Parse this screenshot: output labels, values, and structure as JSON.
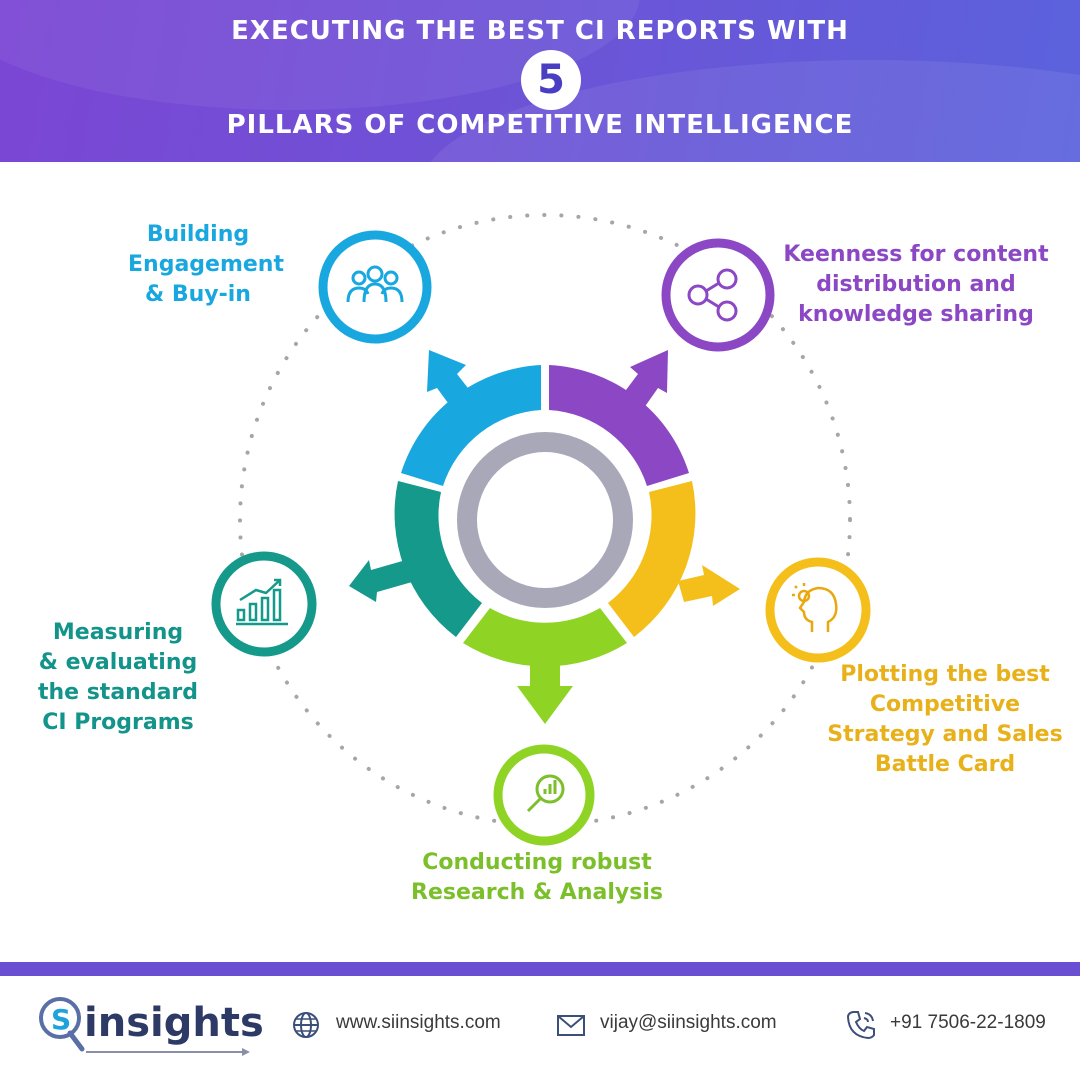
{
  "header": {
    "line1": "EXECUTING THE BEST CI REPORTS WITH",
    "number": "5",
    "line2": "PILLARS OF COMPETITIVE INTELLIGENCE"
  },
  "pillars": [
    {
      "label": "Building\nEngagement\n& Buy-in",
      "icon": "people-group-icon",
      "color": "#19a7df"
    },
    {
      "label": "Keenness for content\ndistribution and\nknowledge sharing",
      "icon": "share-network-icon",
      "color": "#8b47c4"
    },
    {
      "label": "Plotting the best\nCompetitive\nStrategy and Sales\nBattle Card",
      "icon": "idea-head-icon",
      "color": "#f5bf1b"
    },
    {
      "label": "Conducting robust\nResearch & Analysis",
      "icon": "magnifier-chart-icon",
      "color": "#8fd425"
    },
    {
      "label": "Measuring\n& evaluating\nthe standard\nCI Programs",
      "icon": "growth-chart-icon",
      "color": "#14998a"
    }
  ],
  "colors": {
    "center_ring": "#a9a8b8",
    "label_green": "#7bbf2a",
    "label_yellow": "#e8b019",
    "label_teal": "#13948a"
  },
  "footer": {
    "logo_text": "insights",
    "website": "www.siinsights.com",
    "email": "vijay@siinsights.com",
    "phone": "+91 7506-22-1809"
  }
}
